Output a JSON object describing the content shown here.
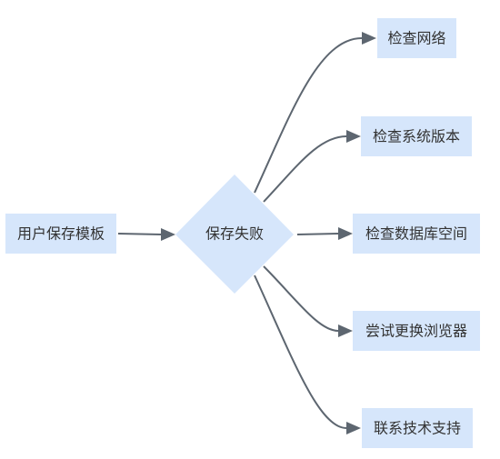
{
  "diagram": {
    "source": {
      "label": "用户保存模板"
    },
    "decision": {
      "label": "保存失败"
    },
    "targets": [
      {
        "label": "检查网络"
      },
      {
        "label": "检查系统版本"
      },
      {
        "label": "检查数据库空间"
      },
      {
        "label": "尝试更换浏览器"
      },
      {
        "label": "联系技术支持"
      }
    ]
  },
  "colors": {
    "node_fill": "#d6e6fb",
    "edge": "#5d6670",
    "text": "#333333"
  }
}
